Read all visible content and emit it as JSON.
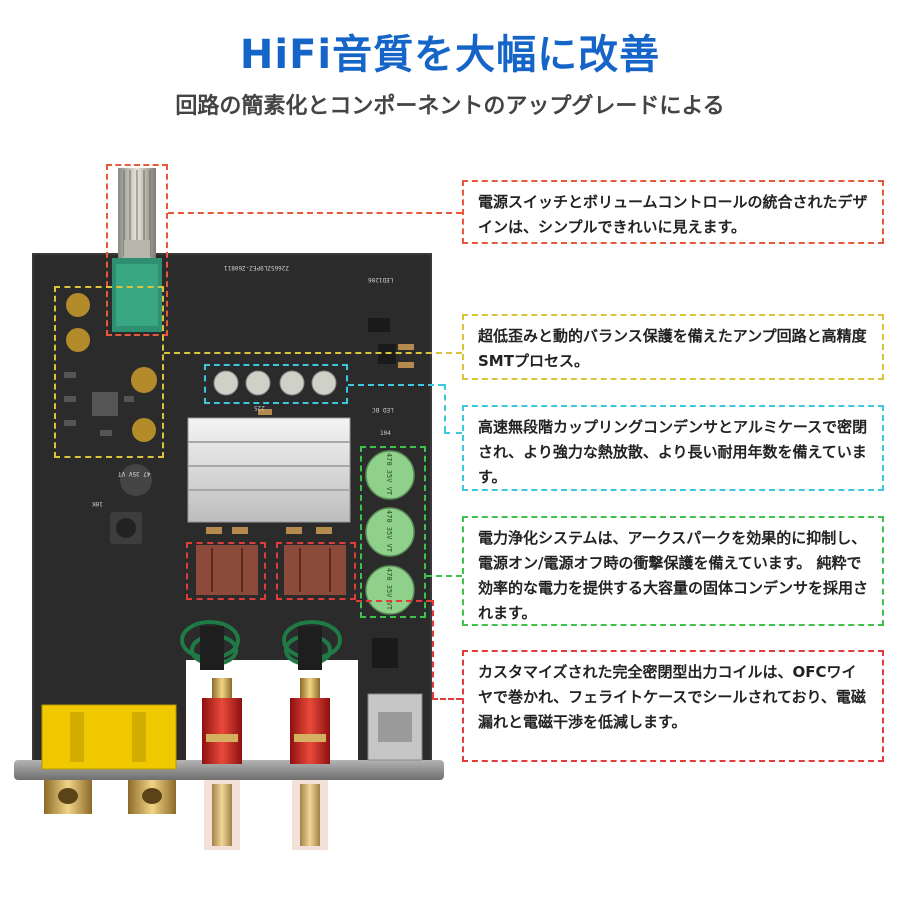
{
  "header": {
    "title": "HiFi音質を大幅に改善",
    "subtitle": "回路の簡素化とコンポーネントのアップグレードによる"
  },
  "callouts": [
    {
      "id": "volume",
      "text": "電源スイッチとボリュームコントロールの統合されたデザインは、シンプルできれいに見えます。",
      "color": "#e8593a"
    },
    {
      "id": "amp",
      "text": "超低歪みと動的バランス保護を備えたアンプ回路と高精度SMTプロセス。",
      "color": "#d9c43a"
    },
    {
      "id": "capacitor",
      "text": "高速無段階カップリングコンデンサとアルミケースで密閉され、より強力な熱放散、より長い耐用年数を備えています。",
      "color": "#3cc8dd"
    },
    {
      "id": "power",
      "text": "電力浄化システムは、アークスパークを効果的に抑制し、電源オン/電源オフ時の衝撃保護を備えています。 純粋で効率的な電力を提供する大容量の固体コンデンサを採用されます。",
      "color": "#3ec24a"
    },
    {
      "id": "coil",
      "text": "カスタマイズされた完全密閉型出力コイルは、OFCワイヤで巻かれ、フェライトケースでシールされており、電磁漏れと電磁干渉を低減します。",
      "color": "#e23b3b"
    }
  ],
  "board": {
    "pcb_code": "Z2665ZL9PEZ-Z60811",
    "led_label": "LED1206",
    "led2_label": "LED BC",
    "cap_label": "470 35V VT",
    "small_cap_label": "47 35V VT",
    "res_label": "10K",
    "resistor_225": "225",
    "resistor_104": "104"
  },
  "colors": {
    "title": "#1565c8",
    "pcb": "#2a2a2a",
    "heatsink": "#d8d8d8",
    "solid_cap": "#8fd08a",
    "coil_box": "#8b4a3a",
    "terminal_red": "#c8201e",
    "rca_yellow": "#f0c800",
    "rca_gold": "#c9a052",
    "chassis": "#8d8d8d"
  }
}
